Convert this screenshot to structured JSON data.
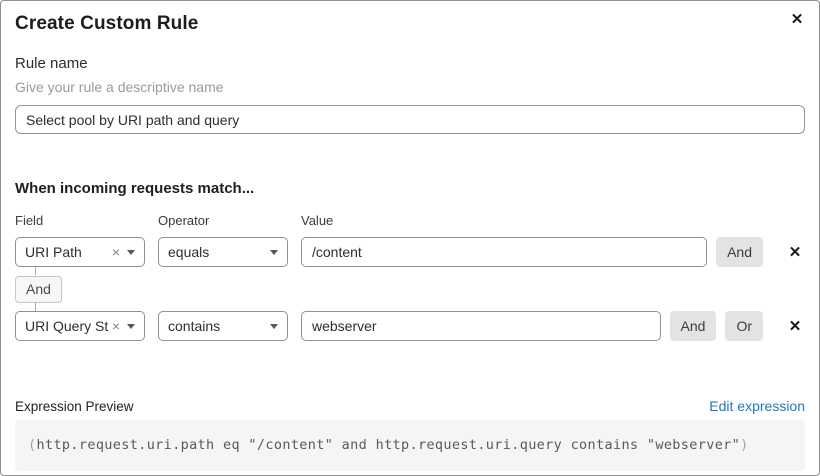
{
  "dialog": {
    "title": "Create Custom Rule"
  },
  "icons": {
    "close": "✕",
    "remove": "✕",
    "clear": "×"
  },
  "rule_name": {
    "label": "Rule name",
    "hint": "Give your rule a descriptive name",
    "value": "Select pool by URI path and query"
  },
  "match": {
    "heading": "When incoming requests match...",
    "columns": {
      "field": "Field",
      "operator": "Operator",
      "value": "Value"
    },
    "connector_label": "And",
    "rows": [
      {
        "field": "URI Path",
        "operator": "equals",
        "value": "/content",
        "and_label": "And"
      },
      {
        "field": "URI Query St...",
        "operator": "contains",
        "value": "webserver",
        "and_label": "And",
        "or_label": "Or"
      }
    ]
  },
  "expression": {
    "label": "Expression Preview",
    "edit_link": "Edit expression",
    "open_paren": "(",
    "body": "http.request.uri.path eq \"/content\" and http.request.uri.query contains \"webserver\"",
    "close_paren": ")"
  },
  "colors": {
    "link_blue": "#2178bb",
    "code_background": "#f5f5f5",
    "logic_button_background": "#e3e3e3"
  }
}
